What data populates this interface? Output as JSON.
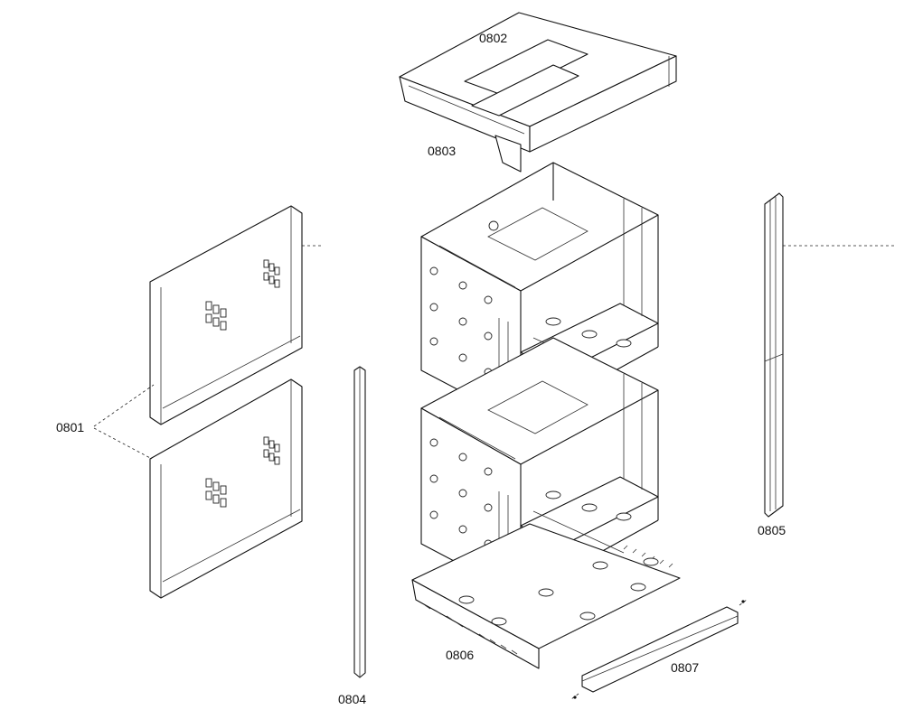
{
  "part_labels": {
    "p0801": "0801",
    "p0802": "0802",
    "p0803": "0803",
    "p0804": "0804",
    "p0805": "0805",
    "p0806": "0806",
    "p0807": "0807"
  }
}
